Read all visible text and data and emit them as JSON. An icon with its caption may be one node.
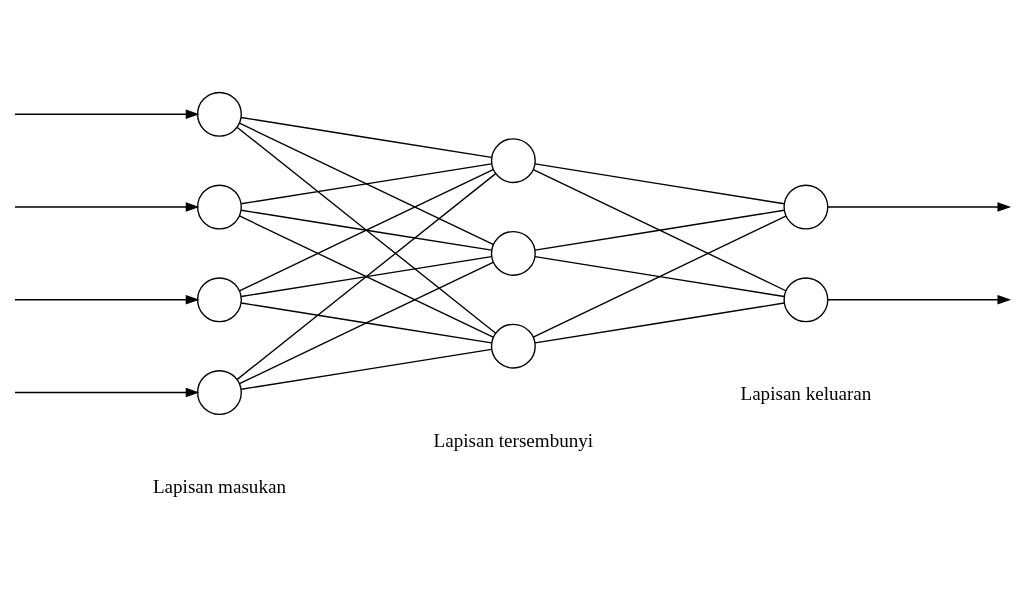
{
  "diagram": {
    "nodes": [
      {
        "text": [],
        "shape": "circle"
      },
      {
        "text": [],
        "shape": "circle"
      },
      {
        "text": [],
        "shape": "circle"
      },
      {
        "text": [],
        "shape": "circle"
      },
      {
        "text": [],
        "shape": "circle"
      },
      {
        "text": [],
        "shape": "circle"
      },
      {
        "text": [],
        "shape": "circle"
      },
      {
        "text": [],
        "shape": "circle"
      },
      {
        "text": [],
        "shape": "circle"
      }
    ],
    "edges": [
      {
        "from": null,
        "to": 0,
        "arrow": "to"
      },
      {
        "from": null,
        "to": 1,
        "arrow": "to"
      },
      {
        "from": null,
        "to": 2,
        "arrow": "to"
      },
      {
        "from": null,
        "to": 3,
        "arrow": "to"
      },
      {
        "from": 0,
        "to": 4,
        "arrow": "none"
      },
      {
        "from": 0,
        "to": 5,
        "arrow": "none"
      },
      {
        "from": 0,
        "to": 6,
        "arrow": "none"
      },
      {
        "from": 1,
        "to": 4,
        "arrow": "none"
      },
      {
        "from": 1,
        "to": 5,
        "arrow": "none"
      },
      {
        "from": 1,
        "to": 6,
        "arrow": "none"
      },
      {
        "from": 2,
        "to": 4,
        "arrow": "none"
      },
      {
        "from": 2,
        "to": 5,
        "arrow": "none"
      },
      {
        "from": 2,
        "to": 6,
        "arrow": "none"
      },
      {
        "from": 3,
        "to": 4,
        "arrow": "none"
      },
      {
        "from": 3,
        "to": 5,
        "arrow": "none"
      },
      {
        "from": 3,
        "to": 6,
        "arrow": "none"
      },
      {
        "from": 4,
        "to": 7,
        "arrow": "none"
      },
      {
        "from": 4,
        "to": 8,
        "arrow": "none"
      },
      {
        "from": 5,
        "to": 7,
        "arrow": "none"
      },
      {
        "from": 5,
        "to": 8,
        "arrow": "none"
      },
      {
        "from": 6,
        "to": 7,
        "arrow": "none"
      },
      {
        "from": 6,
        "to": 8,
        "arrow": "none"
      },
      {
        "from": 7,
        "to": null,
        "arrow": "to"
      },
      {
        "from": 8,
        "to": null,
        "arrow": "to"
      }
    ],
    "labels": [
      "Lapisan masukan",
      "Lapisan tersembunyi",
      "Lapisan keluaran"
    ]
  }
}
